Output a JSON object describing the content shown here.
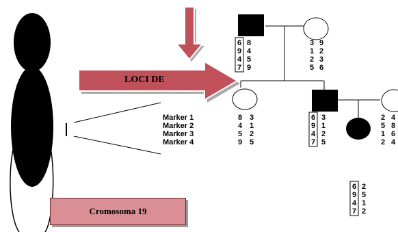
{
  "loci_label": "LOCI DE",
  "chromosome_label": "Cromosoma 19",
  "markers": [
    "Marker 1",
    "Marker 2",
    "Marker 3",
    "Marker 4"
  ],
  "pedigree": {
    "grandfather": {
      "left": [
        "6",
        "9",
        "4",
        "7"
      ],
      "right": [
        "8",
        "4",
        "5",
        "9"
      ]
    },
    "grandmother": {
      "left": [
        "3",
        "1",
        "2",
        "5"
      ],
      "right": [
        "9",
        "2",
        "3",
        "6"
      ]
    },
    "mother": {
      "left": [
        "8",
        "4",
        "5",
        "9"
      ],
      "right": [
        "3",
        "1",
        "2",
        "5"
      ]
    },
    "father": {
      "left": [
        "6",
        "9",
        "4",
        "7"
      ],
      "right": [
        "3",
        "1",
        "2",
        "5"
      ]
    },
    "spouse": {
      "left": [
        "2",
        "5",
        "1",
        "2"
      ],
      "right": [
        "4",
        "8",
        "6",
        "4"
      ]
    },
    "child": {
      "left": [
        "6",
        "9",
        "4",
        "7"
      ],
      "right": [
        "2",
        "5",
        "1",
        "2"
      ]
    }
  },
  "colors": {
    "arrow": "#c0505a",
    "arrow_shadow": "#a9a9a9",
    "box": "#d98f93",
    "box_border": "#6b2a2e"
  }
}
